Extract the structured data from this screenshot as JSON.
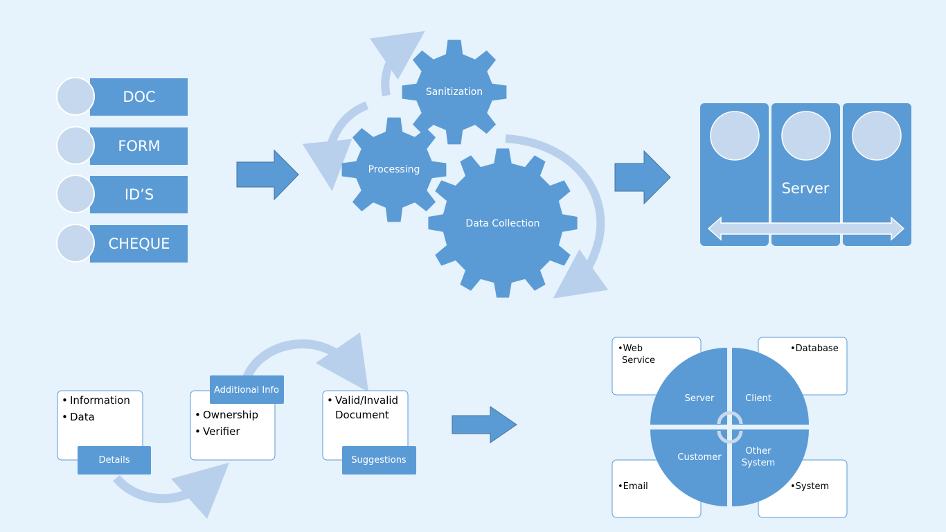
{
  "colors": {
    "background": "#e6f2fc",
    "primary": "#5b9bd5",
    "light": "#c6d8ee",
    "arc": "#b8d0ec",
    "box_border": "#5b9bd5",
    "box_fill": "#ffffff"
  },
  "inputs": {
    "items": [
      {
        "label": "DOC"
      },
      {
        "label": "FORM"
      },
      {
        "label": "ID’S"
      },
      {
        "label": "CHEQUE"
      }
    ]
  },
  "gears": {
    "sanitization": "Sanitization",
    "processing": "Processing",
    "data_collection": "Data Collection"
  },
  "server_panel": {
    "label": "Server"
  },
  "process": {
    "details": {
      "tag": "Details",
      "bullets": [
        "Information",
        "Data"
      ]
    },
    "additional": {
      "tag": "Additional Info",
      "bullets": [
        "Ownership",
        "Verifier"
      ]
    },
    "suggestions": {
      "tag": "Suggestions",
      "bullets": [
        "Valid/Invalid",
        "Document"
      ]
    }
  },
  "matrix": {
    "quadrants": {
      "server": "Server",
      "client": "Client",
      "customer": "Customer",
      "other_line1": "Other",
      "other_line2": "System"
    },
    "corners": {
      "top_left_line1": "•Web",
      "top_left_line2": "Service",
      "top_right": "•Database",
      "bottom_left": "•Email",
      "bottom_right": "•System"
    }
  }
}
